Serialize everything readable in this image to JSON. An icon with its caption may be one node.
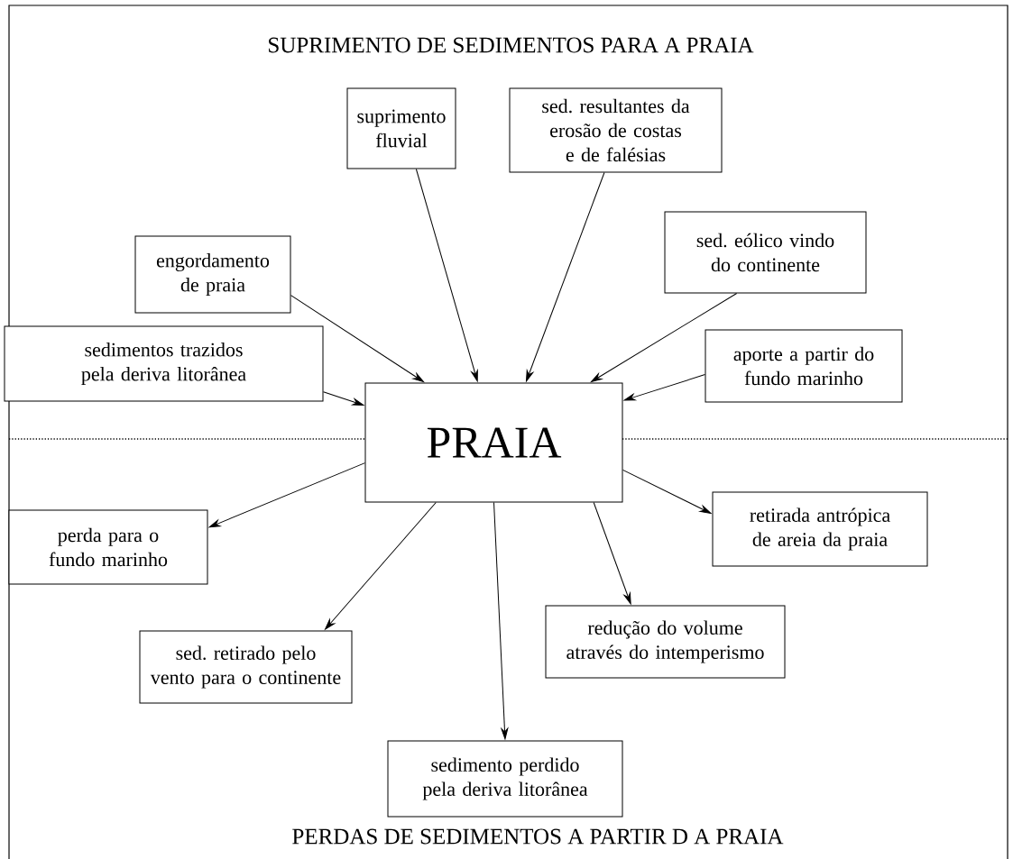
{
  "diagram": {
    "nodes": [
      {
        "text": [
          "PRAIA"
        ]
      },
      {
        "text": [
          "suprimento fluvial"
        ]
      },
      {
        "text": [
          "sed. resultantes da erosão de costas e de falésias"
        ]
      },
      {
        "text": [
          "engordamento de praia"
        ]
      },
      {
        "text": [
          "sed. eólico vindo do continente"
        ]
      },
      {
        "text": [
          "sedimentos trazidos pela deriva litorânea"
        ]
      },
      {
        "text": [
          "aporte a partir do fundo marinho"
        ]
      },
      {
        "text": [
          "perda para o fundo marinho"
        ]
      },
      {
        "text": [
          "retirada antrópica de areia da praia"
        ]
      },
      {
        "text": [
          "sed. retirado pelo vento para o continente"
        ]
      },
      {
        "text": [
          "redução do volume através do intemperismo"
        ]
      },
      {
        "text": [
          "sedimento perdido pela deriva litorânea"
        ]
      }
    ],
    "edges": [
      {
        "from": 1,
        "to": 0,
        "arrow": "to"
      },
      {
        "from": 2,
        "to": 0,
        "arrow": "to"
      },
      {
        "from": 3,
        "to": 0,
        "arrow": "to"
      },
      {
        "from": 4,
        "to": 0,
        "arrow": "to"
      },
      {
        "from": 5,
        "to": 0,
        "arrow": "to"
      },
      {
        "from": 6,
        "to": 0,
        "arrow": "to"
      },
      {
        "from": 0,
        "to": 7,
        "arrow": "to"
      },
      {
        "from": 0,
        "to": 8,
        "arrow": "to"
      },
      {
        "from": 0,
        "to": 9,
        "arrow": "to"
      },
      {
        "from": 0,
        "to": 10,
        "arrow": "to"
      },
      {
        "from": 0,
        "to": 11,
        "arrow": "to"
      }
    ],
    "labels": [
      "SUPRIMENTO DE SEDIMENTOS PARA A PRAIA",
      "PERDAS DE SEDIMENTOS A PARTIR D A PRAIA"
    ]
  }
}
